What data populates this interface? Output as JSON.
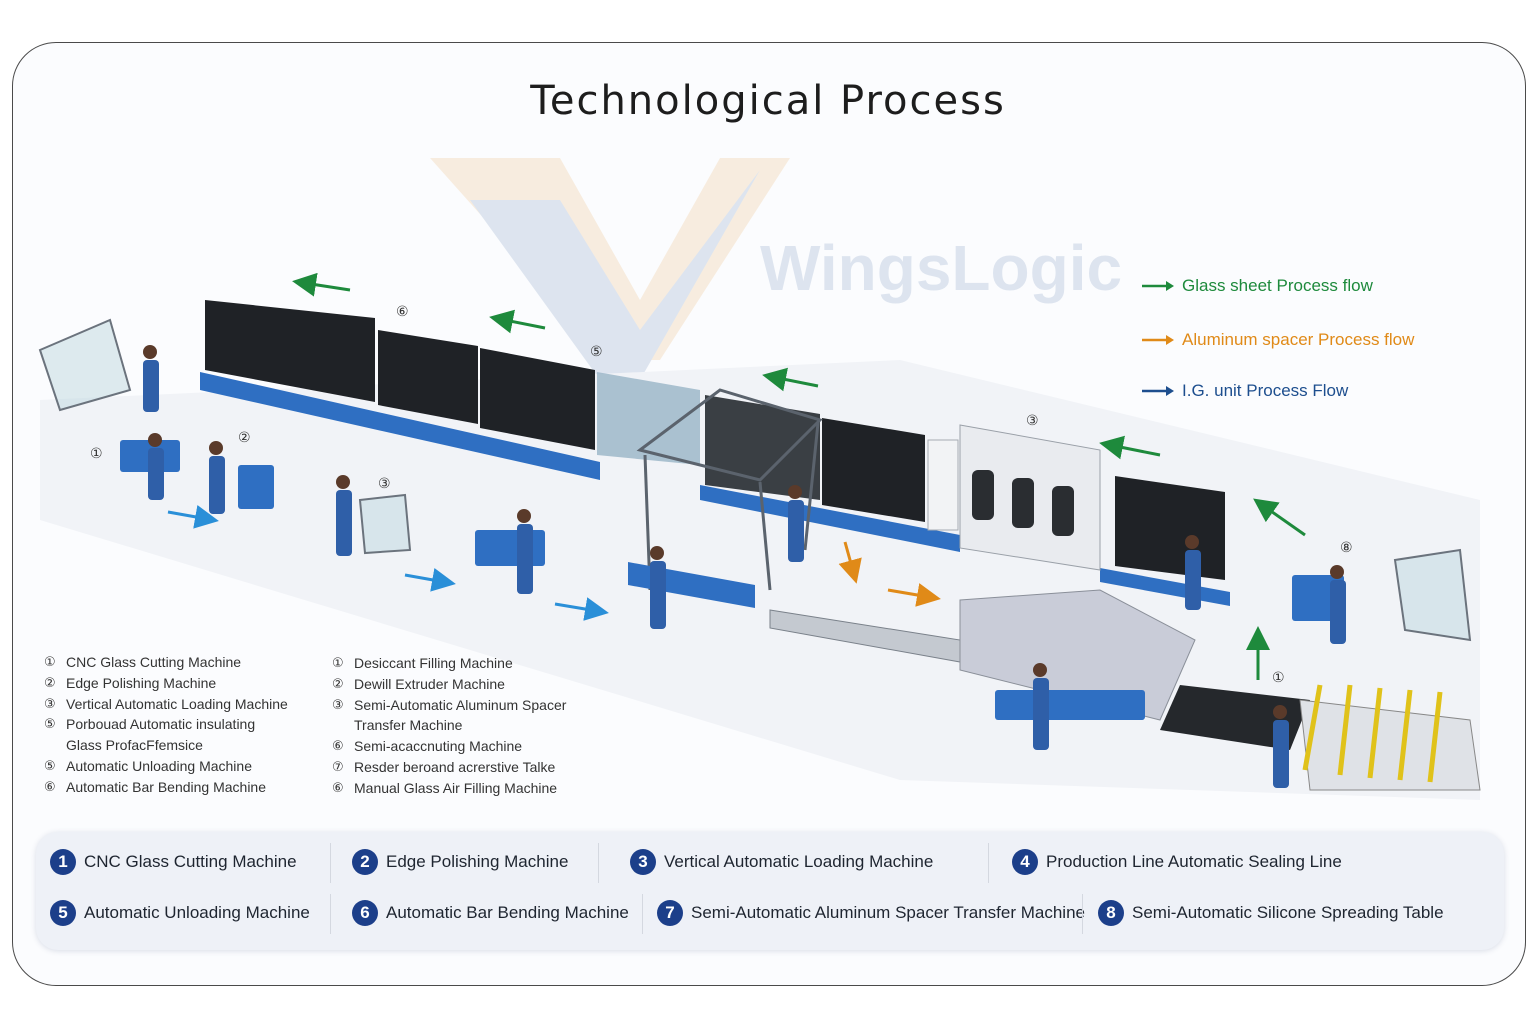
{
  "title": "Technological Process",
  "watermark": "WingsLogic",
  "colors": {
    "glass_flow": "#1e8a3c",
    "aluminum_flow": "#e08a18",
    "ig_flow": "#1d4e8e",
    "machine_blue": "#2f6fc2",
    "badge": "#1c3f8a"
  },
  "legend": [
    {
      "label": "Glass sheet Process flow",
      "color": "#1e8a3c"
    },
    {
      "label": "Aluminum spacer Process flow",
      "color": "#e08a18"
    },
    {
      "label": "I.G. unit Process Flow",
      "color": "#1d4e8e"
    }
  ],
  "scene_labels": [
    "⑥",
    "⑤",
    "③",
    "①",
    "②",
    "③",
    "①",
    "⑧"
  ],
  "caption_left": [
    {
      "num": "①",
      "text": "CNC Glass Cutting Machine"
    },
    {
      "num": "②",
      "text": "Edge Polishing Machine"
    },
    {
      "num": "③",
      "text": "Vertical Automatic Loading Machine"
    },
    {
      "num": "⑤",
      "text": "Porbouad Automatic insulating"
    },
    {
      "num": "",
      "text": "Glass ProfacFfemsice"
    },
    {
      "num": "⑤",
      "text": "Automatic Unloading Machine"
    },
    {
      "num": "⑥",
      "text": "Automatic Bar Bending Machine"
    }
  ],
  "caption_right": [
    {
      "num": "①",
      "text": "Desiccant Filling Machine"
    },
    {
      "num": "②",
      "text": "Dewill Extruder Machine"
    },
    {
      "num": "③",
      "text": "Semi-Automatic Aluminum Spacer"
    },
    {
      "num": "",
      "text": "Transfer Machine"
    },
    {
      "num": "⑥",
      "text": "Semi-acaccnuting Machine"
    },
    {
      "num": "⑦",
      "text": "Resder beroand acrerstive Talke"
    },
    {
      "num": "⑥",
      "text": "Manual Glass Air Filling Machine"
    }
  ],
  "machines": [
    {
      "num": "1",
      "label": "CNC Glass Cutting Machine"
    },
    {
      "num": "2",
      "label": "Edge Polishing Machine"
    },
    {
      "num": "3",
      "label": "Vertical Automatic Loading Machine"
    },
    {
      "num": "4",
      "label": "Production Line  Automatic Sealing Line"
    },
    {
      "num": "5",
      "label": "Automatic Unloading Machine"
    },
    {
      "num": "6",
      "label": "Automatic Bar Bending Machine"
    },
    {
      "num": "7",
      "label": "Semi-Automatic Aluminum Spacer Transfer Machine"
    },
    {
      "num": "8",
      "label": "Semi-Automatic Silicone Spreading Table"
    }
  ]
}
